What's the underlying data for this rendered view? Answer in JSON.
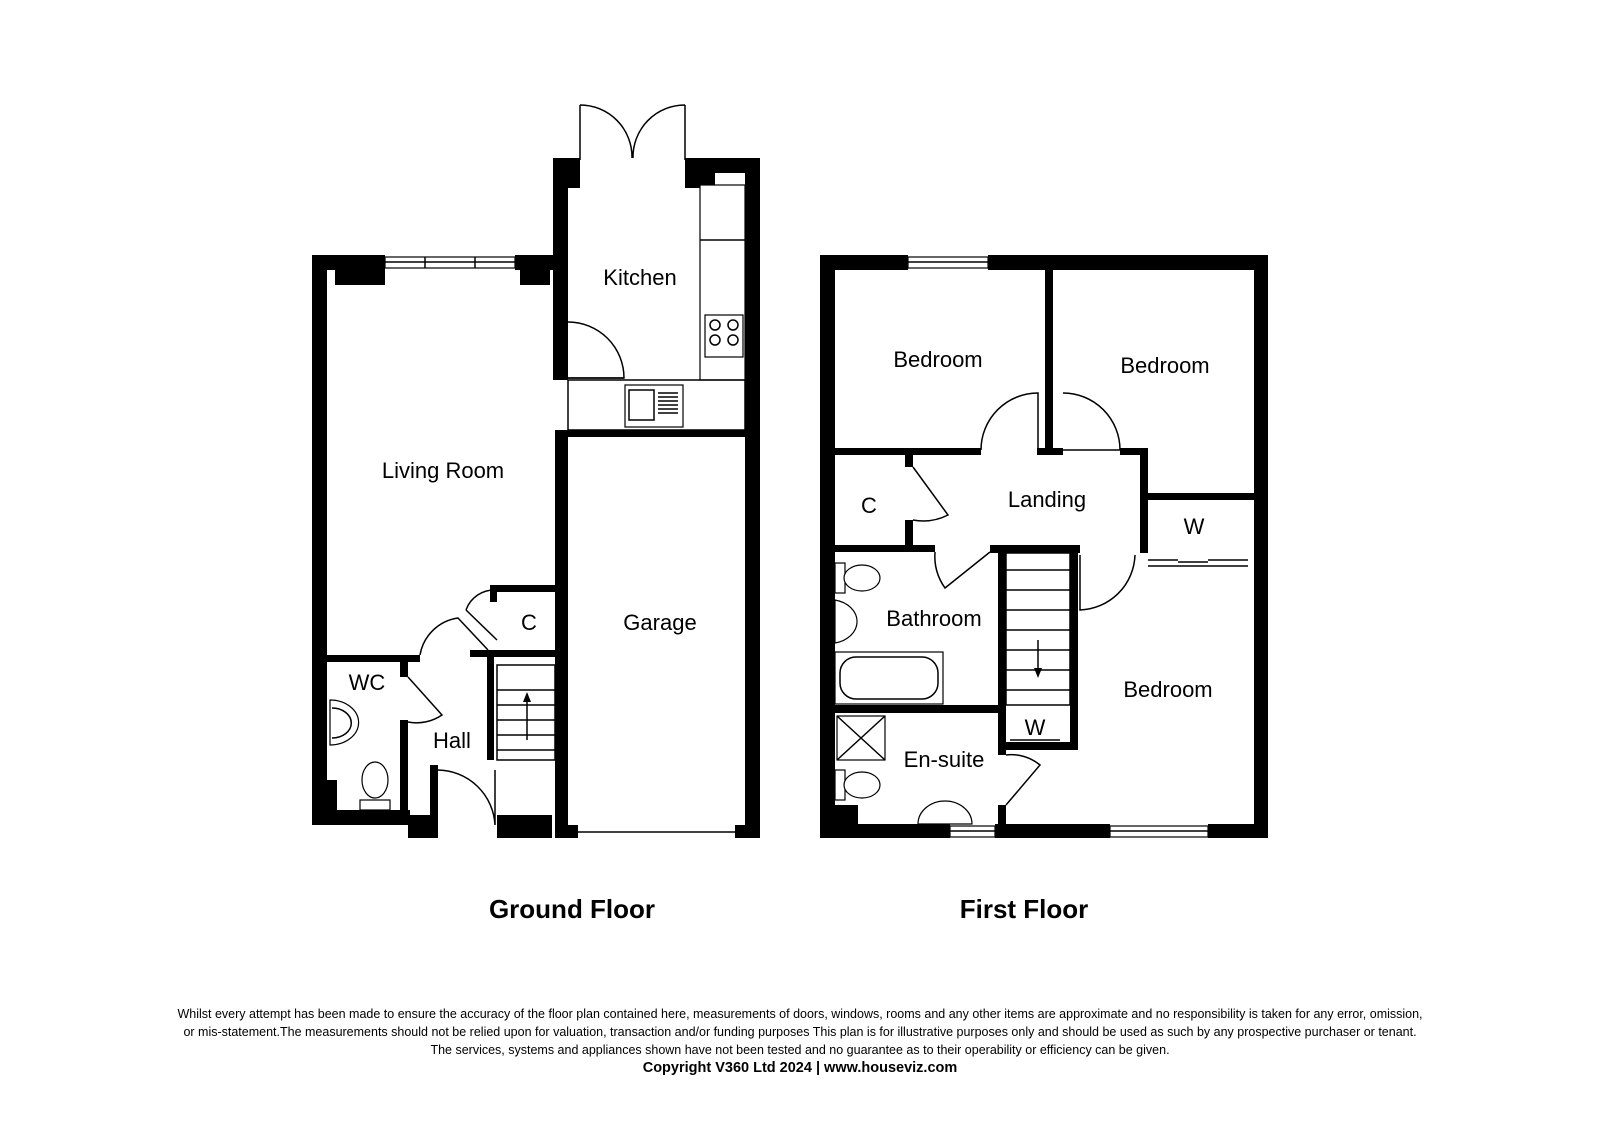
{
  "ground_floor": {
    "title": "Ground Floor",
    "rooms": {
      "kitchen": "Kitchen",
      "living_room": "Living Room",
      "garage": "Garage",
      "cupboard": "C",
      "wc": "WC",
      "hall": "Hall"
    }
  },
  "first_floor": {
    "title": "First Floor",
    "rooms": {
      "bedroom_1": "Bedroom",
      "bedroom_2": "Bedroom",
      "bedroom_3": "Bedroom",
      "cupboard": "C",
      "landing": "Landing",
      "wardrobe_1": "W",
      "wardrobe_2": "W",
      "bathroom": "Bathroom",
      "ensuite": "En-suite"
    }
  },
  "disclaimer": {
    "line1": "Whilst every attempt has been made to ensure the accuracy of the floor plan contained here, measurements of doors, windows, rooms and any other items are approximate and no responsibility is taken for any error, omission,",
    "line2": "or mis-statement.The measurements should not be relied upon for valuation, transaction and/or funding purposes This plan is for illustrative purposes only and should be used as such by any prospective purchaser or tenant.",
    "line3": "The services, systems and appliances shown have not been tested and no guarantee as to their operability or efficiency can be given.",
    "copyright": "Copyright V360 Ltd 2024 | www.houseviz.com"
  }
}
